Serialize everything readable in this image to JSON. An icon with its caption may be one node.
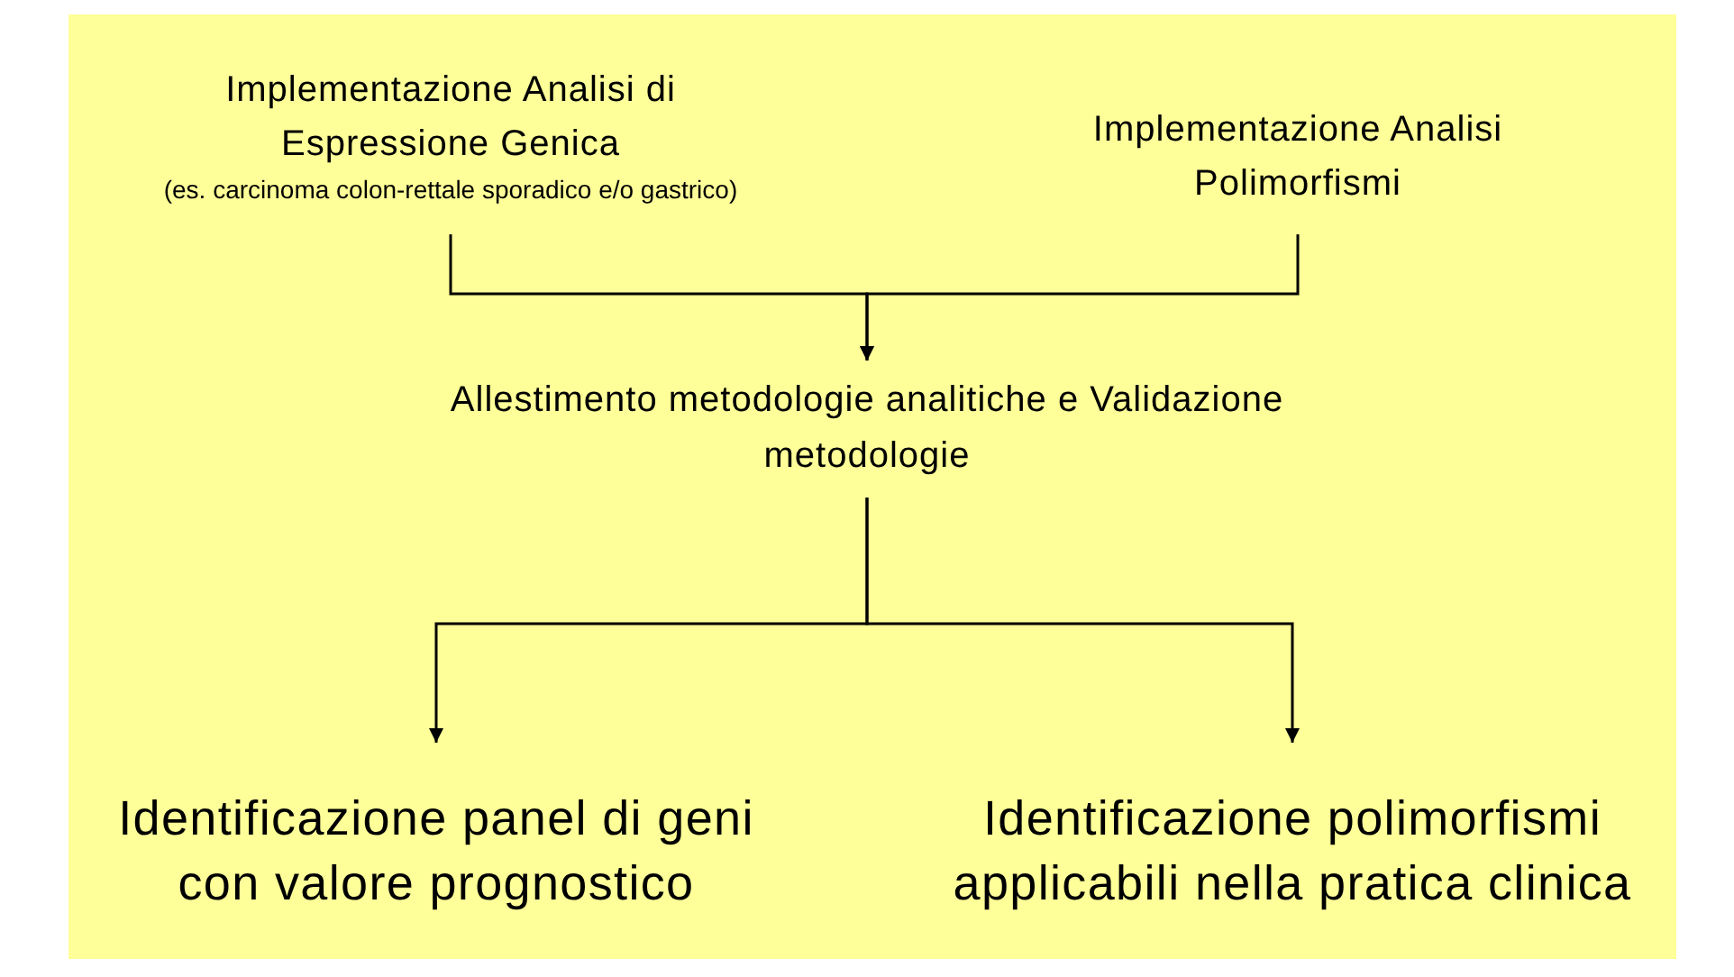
{
  "diagram": {
    "nodes": [
      {
        "text": [
          "Implementazione Analisi di Espressione Genica",
          "(es. carcinoma colon-rettale sporadico e/o gastrico)"
        ]
      },
      {
        "text": [
          "Implementazione Analisi Polimorfismi"
        ]
      },
      {
        "text": [
          "Allestimento metodologie analitiche e Validazione metodologie"
        ]
      },
      {
        "text": [
          "Identificazione panel di geni con valore prognostico"
        ]
      },
      {
        "text": [
          "Identificazione polimorfismi applicabili nella pratica clinica"
        ]
      }
    ],
    "edges": [
      {
        "from": 0,
        "to": 2,
        "arrow": "to"
      },
      {
        "from": 1,
        "to": 2,
        "arrow": "to"
      },
      {
        "from": 2,
        "to": 3,
        "arrow": "to"
      },
      {
        "from": 2,
        "to": 4,
        "arrow": "to"
      }
    ]
  }
}
